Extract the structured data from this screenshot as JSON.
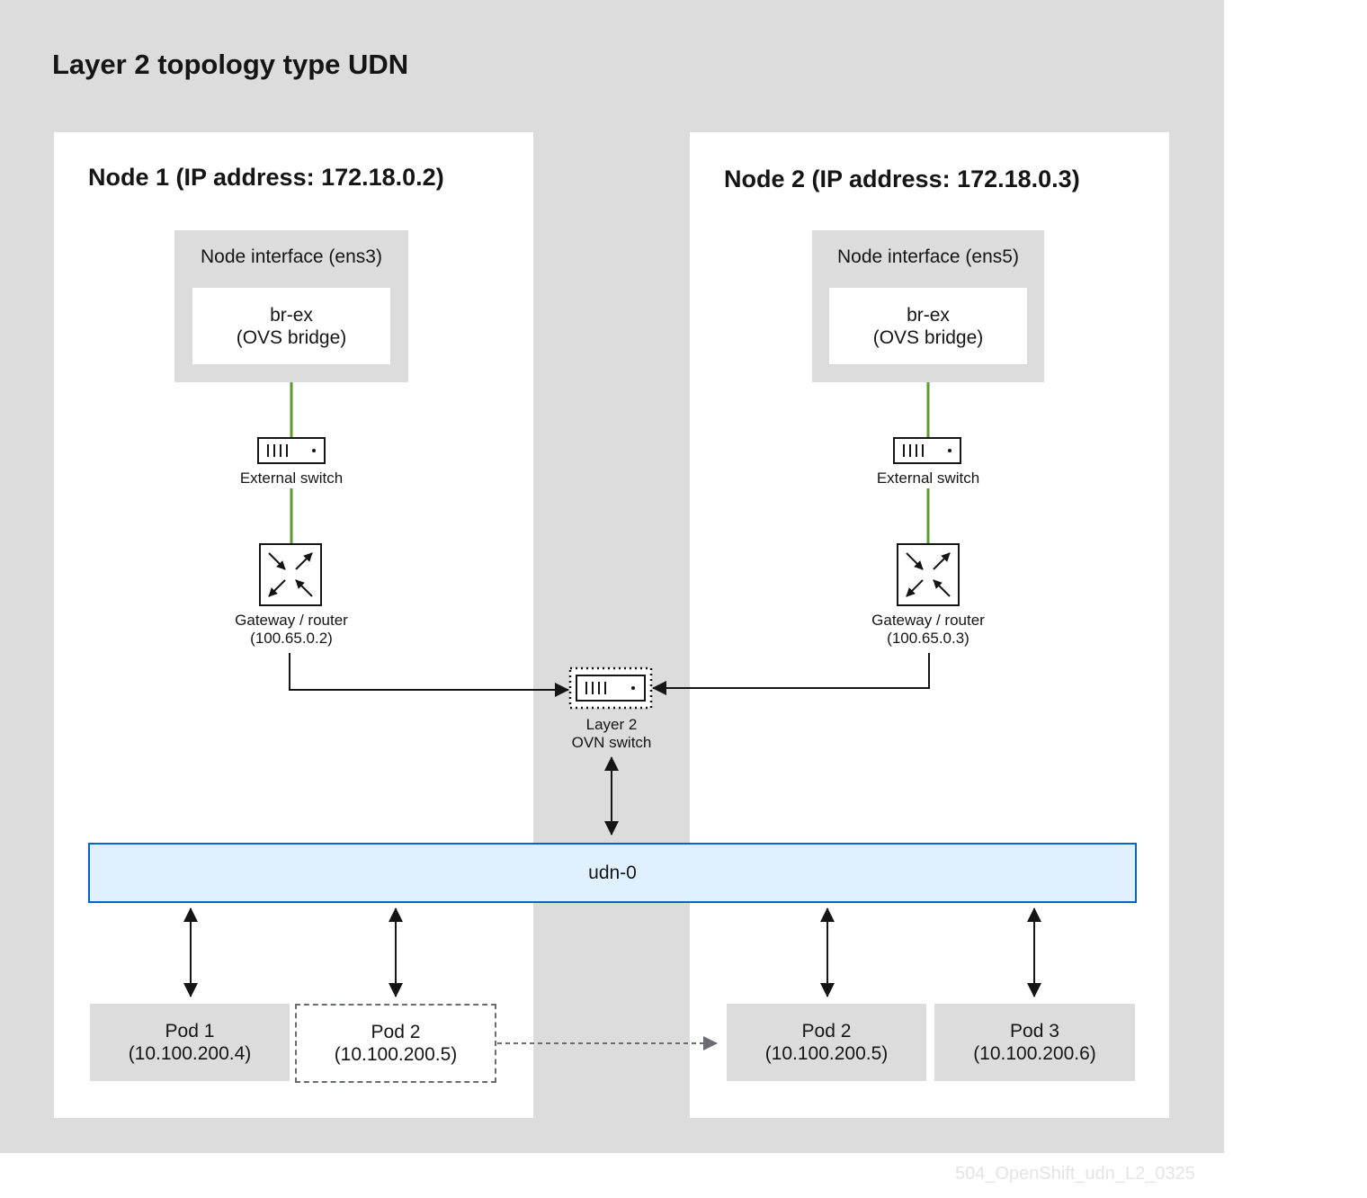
{
  "title": "Layer 2 topology type UDN",
  "nodes": [
    {
      "title": "Node 1 (IP address: 172.18.0.2)",
      "interface_label": "Node interface (ens3)",
      "bridge_line1": "br-ex",
      "bridge_line2": "(OVS bridge)",
      "switch_label": "External switch",
      "router_line1": "Gateway / router",
      "router_line2": "(100.65.0.2)"
    },
    {
      "title": "Node 2 (IP address: 172.18.0.3)",
      "interface_label": "Node interface (ens5)",
      "bridge_line1": "br-ex",
      "bridge_line2": "(OVS bridge)",
      "switch_label": "External switch",
      "router_line1": "Gateway / router",
      "router_line2": "(100.65.0.3)"
    }
  ],
  "ovn_switch": {
    "line1": "Layer 2",
    "line2": "OVN switch"
  },
  "udn_label": "udn-0",
  "pods": [
    {
      "name": "Pod 1",
      "ip": "(10.100.200.4)"
    },
    {
      "name": "Pod 2",
      "ip": "(10.100.200.5)"
    },
    {
      "name": "Pod 2",
      "ip": "(10.100.200.5)"
    },
    {
      "name": "Pod 3",
      "ip": "(10.100.200.6)"
    }
  ],
  "footer_id": "504_OpenShift_udn_L2_0325",
  "colors": {
    "background": "#dcdcdc",
    "link_green": "#5e9a2f",
    "udn_fill": "#e0f0ff",
    "udn_border": "#0066cc",
    "footer": "#e4e4e4"
  },
  "icons": {
    "switch": "switch-icon",
    "router": "router-icon",
    "ovn_switch": "ovn-switch-icon"
  }
}
